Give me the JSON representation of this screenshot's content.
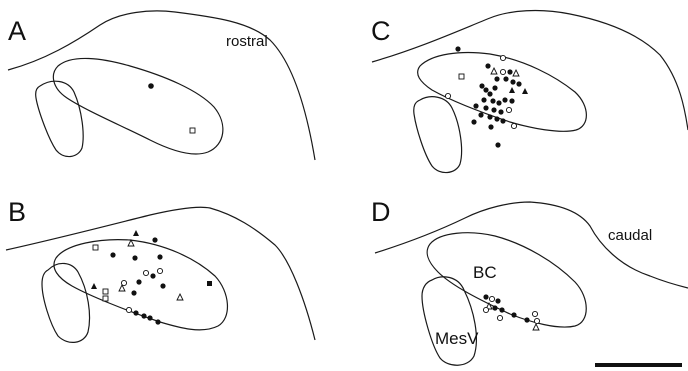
{
  "panels": {
    "a": {
      "letter": "A",
      "label": "rostral"
    },
    "b": {
      "letter": "B"
    },
    "c": {
      "letter": "C"
    },
    "d": {
      "letter": "D",
      "label": "caudal",
      "region_bc": "BC",
      "region_mesv": "MesV"
    }
  },
  "colors": {
    "ink": "#111111",
    "background": "#ffffff"
  },
  "marker_types": [
    "filled-circle",
    "open-circle",
    "open-square",
    "filled-square",
    "filled-triangle",
    "open-triangle"
  ]
}
